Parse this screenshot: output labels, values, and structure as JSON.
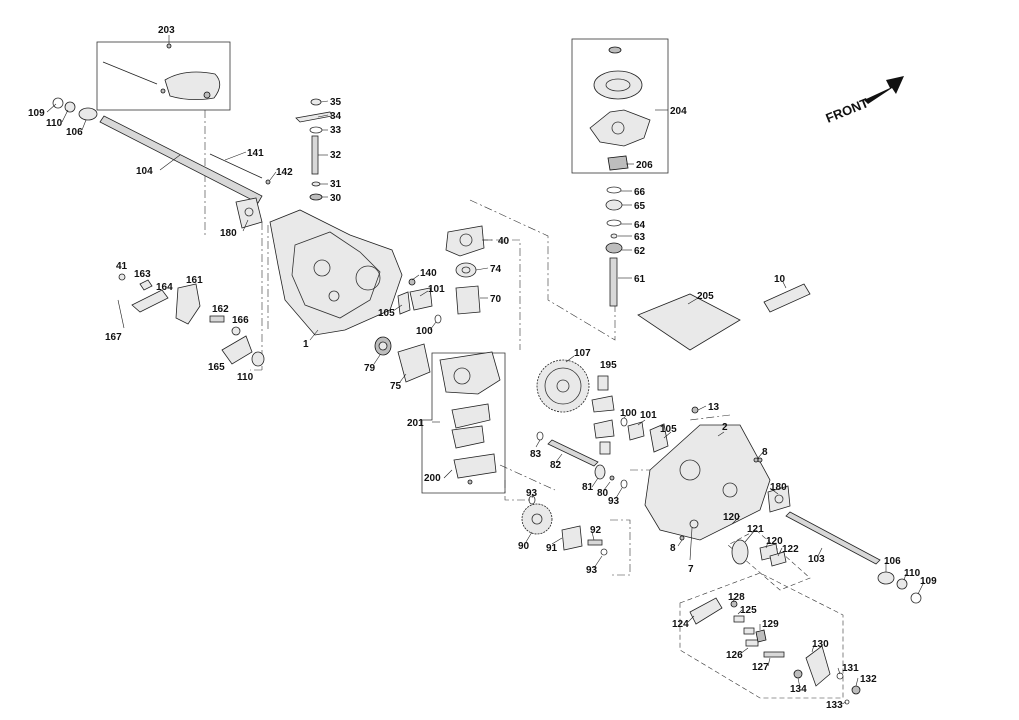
{
  "front_label": "FRONT",
  "callouts": [
    "203",
    "109",
    "110",
    "106",
    "104",
    "141",
    "142",
    "35",
    "34",
    "33",
    "32",
    "31",
    "30",
    "180",
    "41",
    "163",
    "164",
    "161",
    "162",
    "166",
    "167",
    "165",
    "110b",
    "1",
    "140",
    "101",
    "105",
    "100",
    "40",
    "74",
    "70",
    "79",
    "75",
    "201",
    "200",
    "107",
    "195",
    "204",
    "206",
    "66",
    "65",
    "64",
    "63",
    "62",
    "61",
    "205",
    "10",
    "13",
    "2",
    "8",
    "100b",
    "101b",
    "105b",
    "83",
    "82",
    "81",
    "80",
    "93",
    "93b",
    "90",
    "91",
    "92",
    "93c",
    "180b",
    "120",
    "121",
    "120b",
    "122",
    "103",
    "106b",
    "110c",
    "109b",
    "7",
    "8b",
    "128",
    "125",
    "124",
    "129",
    "130",
    "126",
    "127",
    "131",
    "132",
    "134",
    "133"
  ],
  "labels": {
    "203": "203",
    "109": "109",
    "110": "110",
    "106": "106",
    "104": "104",
    "141": "141",
    "142": "142",
    "35": "35",
    "34": "34",
    "33": "33",
    "32": "32",
    "31": "31",
    "30": "30",
    "180": "180",
    "41": "41",
    "163": "163",
    "164": "164",
    "161": "161",
    "162": "162",
    "166": "166",
    "167": "167",
    "165": "165",
    "110b": "110",
    "1": "1",
    "140": "140",
    "101": "101",
    "105": "105",
    "100": "100",
    "40": "40",
    "74": "74",
    "70": "70",
    "79": "79",
    "75": "75",
    "201": "201",
    "200": "200",
    "107": "107",
    "195": "195",
    "204": "204",
    "206": "206",
    "66": "66",
    "65": "65",
    "64": "64",
    "63": "63",
    "62": "62",
    "61": "61",
    "205": "205",
    "10": "10",
    "13": "13",
    "2": "2",
    "8": "8",
    "100b": "100",
    "101b": "101",
    "105b": "105",
    "83": "83",
    "82": "82",
    "81": "81",
    "80": "80",
    "93": "93",
    "93b": "93",
    "90": "90",
    "91": "91",
    "92": "92",
    "93c": "93",
    "180b": "180",
    "120": "120",
    "121": "121",
    "120b": "120",
    "122": "122",
    "103": "103",
    "106b": "106",
    "110c": "110",
    "109b": "109",
    "7": "7",
    "8b": "8",
    "128": "128",
    "125": "125",
    "124": "124",
    "129": "129",
    "130": "130",
    "126": "126",
    "127": "127",
    "131": "131",
    "132": "132",
    "134": "134",
    "133": "133"
  }
}
